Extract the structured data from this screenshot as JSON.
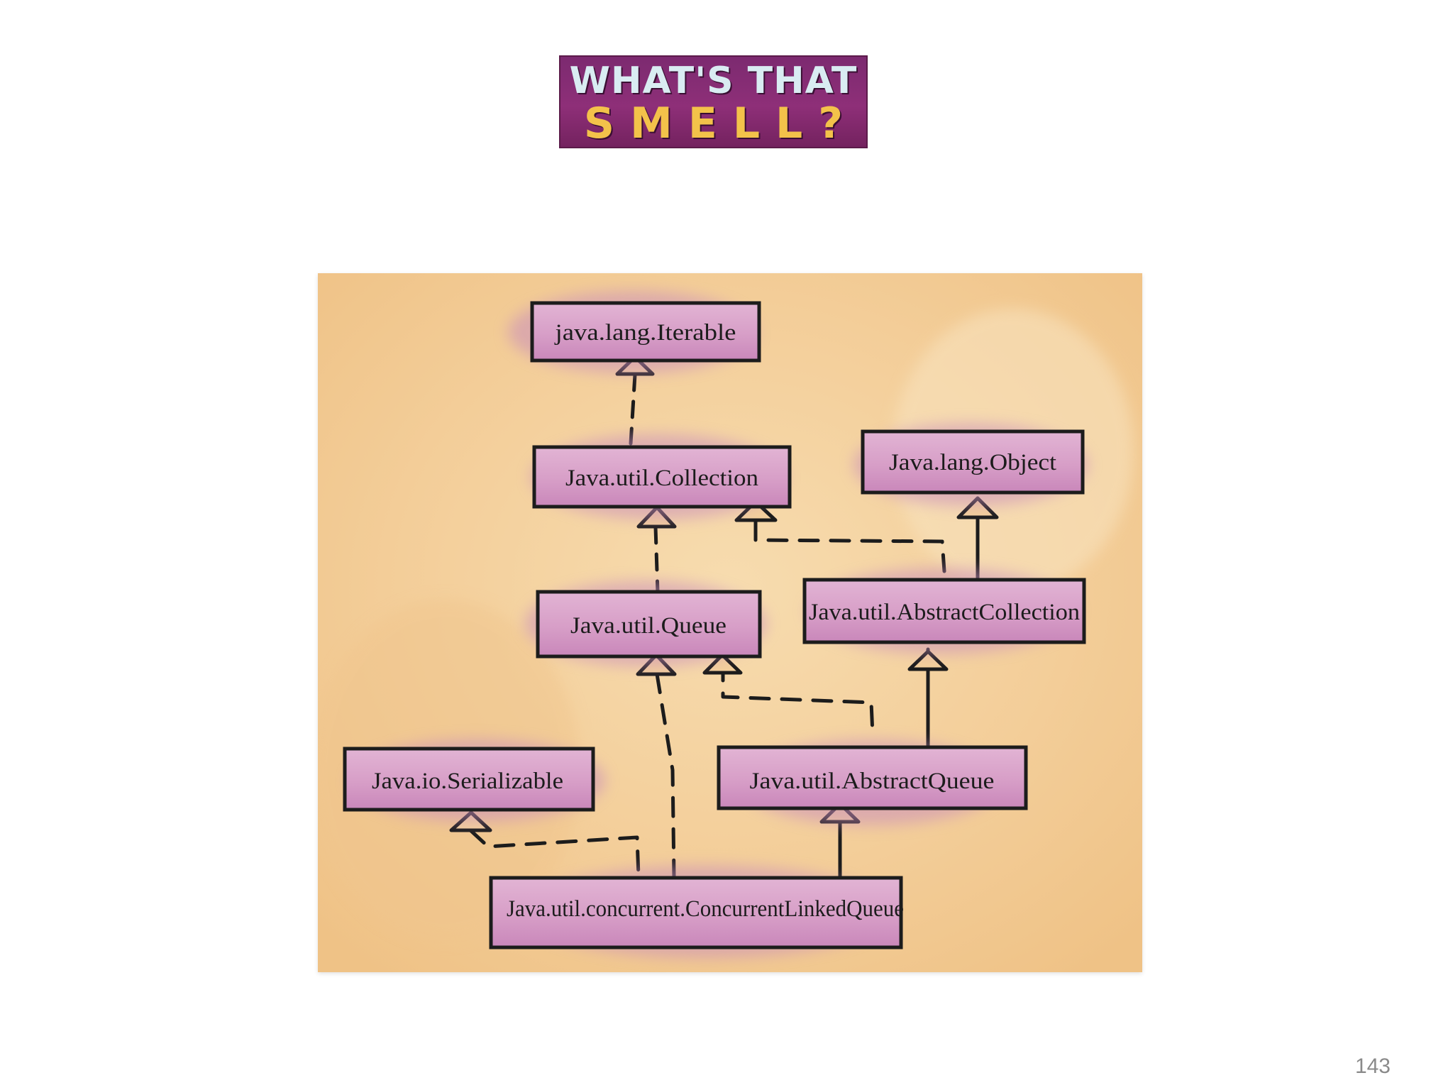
{
  "logo": {
    "line1": "WHAT'S THAT",
    "line2": "SMELL?"
  },
  "diagram": {
    "nodes": [
      {
        "id": "iterable",
        "label": "java.lang.Iterable"
      },
      {
        "id": "collection",
        "label": "Java.util.Collection"
      },
      {
        "id": "object",
        "label": "Java.lang.Object"
      },
      {
        "id": "queue",
        "label": "Java.util.Queue"
      },
      {
        "id": "abstract-collection",
        "label": "Java.util.AbstractCollection"
      },
      {
        "id": "serializable",
        "label": "Java.io.Serializable"
      },
      {
        "id": "abstract-queue",
        "label": "Java.util.AbstractQueue"
      },
      {
        "id": "concurrent-linked-queue",
        "label": "Java.util.concurrent.ConcurrentLinkedQueue"
      }
    ],
    "edges": [
      {
        "from": "collection",
        "to": "iterable",
        "style": "dashed"
      },
      {
        "from": "queue",
        "to": "collection",
        "style": "dashed"
      },
      {
        "from": "abstract-collection",
        "to": "collection",
        "style": "dashed"
      },
      {
        "from": "abstract-collection",
        "to": "object",
        "style": "solid"
      },
      {
        "from": "abstract-queue",
        "to": "abstract-collection",
        "style": "solid"
      },
      {
        "from": "abstract-queue",
        "to": "queue",
        "style": "dashed"
      },
      {
        "from": "concurrent-linked-queue",
        "to": "queue",
        "style": "dashed"
      },
      {
        "from": "concurrent-linked-queue",
        "to": "serializable",
        "style": "dashed"
      },
      {
        "from": "concurrent-linked-queue",
        "to": "abstract-queue",
        "style": "solid"
      }
    ]
  },
  "page_number": "143"
}
